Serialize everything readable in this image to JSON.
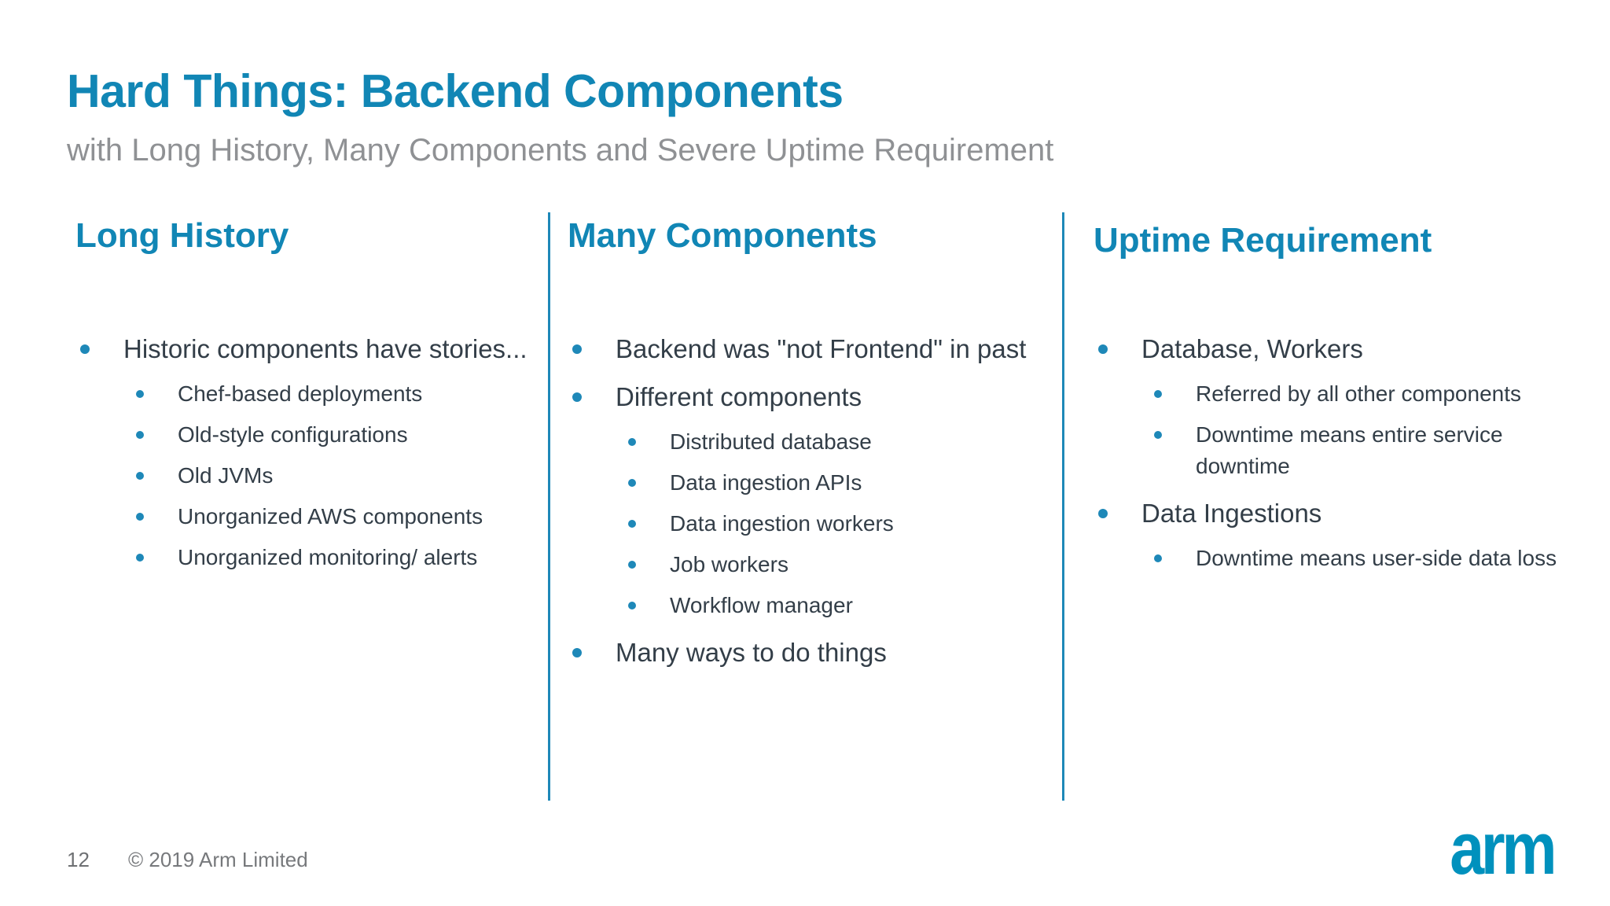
{
  "slide": {
    "title": "Hard Things: Backend Components",
    "subtitle": "with Long History, Many Components and Severe Uptime Requirement",
    "page_number": "12",
    "copyright": "© 2019 Arm Limited",
    "logo_text": "arm",
    "colors": {
      "accent_blue": "#1186B5",
      "divider_blue": "#1E88B8",
      "body_text": "#333E48",
      "subtitle_gray": "#8F9194",
      "footer_gray": "#6E7073",
      "logo_blue": "#0091BD",
      "background": "#FFFFFF"
    },
    "columns": [
      {
        "heading": "Long History",
        "items": [
          {
            "level": 1,
            "text": "Historic components have stories..."
          },
          {
            "level": 2,
            "text": "Chef-based deployments"
          },
          {
            "level": 2,
            "text": "Old-style configurations"
          },
          {
            "level": 2,
            "text": "Old JVMs"
          },
          {
            "level": 2,
            "text": "Unorganized AWS components"
          },
          {
            "level": 2,
            "text": "Unorganized monitoring/ alerts"
          }
        ]
      },
      {
        "heading": "Many Components",
        "items": [
          {
            "level": 1,
            "text": "Backend was \"not Frontend\" in past"
          },
          {
            "level": 1,
            "text": "Different components"
          },
          {
            "level": 2,
            "text": "Distributed database"
          },
          {
            "level": 2,
            "text": "Data ingestion APIs"
          },
          {
            "level": 2,
            "text": "Data ingestion workers"
          },
          {
            "level": 2,
            "text": "Job workers"
          },
          {
            "level": 2,
            "text": "Workflow manager"
          },
          {
            "level": 1,
            "text": "Many ways to do things"
          }
        ]
      },
      {
        "heading": "Uptime Requirement",
        "items": [
          {
            "level": 1,
            "text": "Database, Workers"
          },
          {
            "level": 2,
            "text": "Referred by all other components"
          },
          {
            "level": 2,
            "text": "Downtime means entire service downtime"
          },
          {
            "level": 1,
            "text": "Data Ingestions"
          },
          {
            "level": 2,
            "text": "Downtime means user-side data loss"
          }
        ]
      }
    ]
  }
}
